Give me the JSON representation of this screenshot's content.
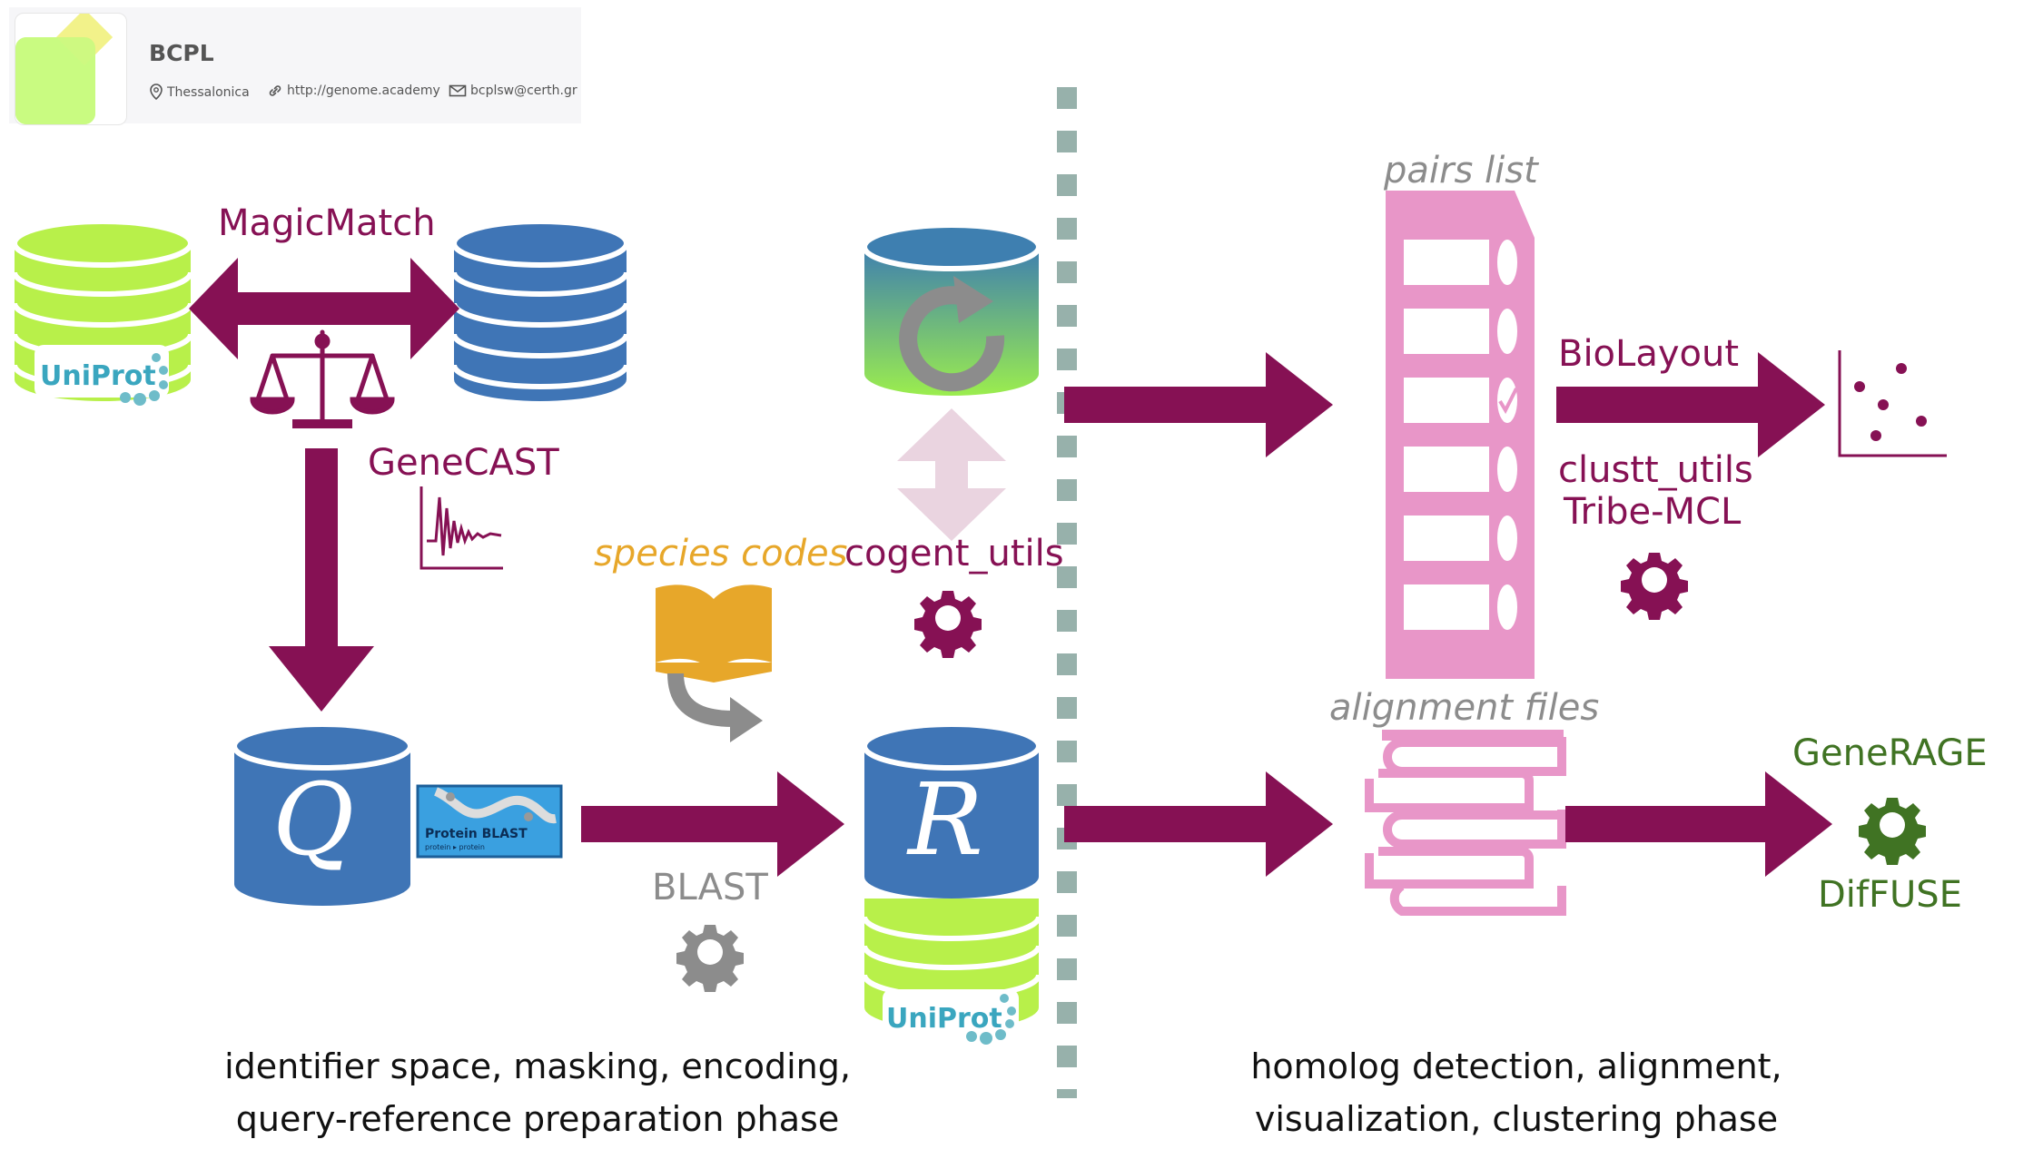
{
  "header": {
    "org_name": "BCPL",
    "location": "Thessalonica",
    "website": "http://genome.academy",
    "email": "bcplsw@certh.gr"
  },
  "labels": {
    "magicmatch": "MagicMatch",
    "genecast": "GeneCAST",
    "species_codes": "species codes",
    "cogent_utils": "cogent_utils",
    "blast": "BLAST",
    "pairs_list": "pairs list",
    "alignment_files": "alignment files",
    "biolayout": "BioLayout",
    "clustt_utils": "clustt_utils",
    "tribe_mcl": "Tribe-MCL",
    "generage": "GeneRAGE",
    "diffuse": "DifFUSE",
    "uniprot_top": "UniProt",
    "uniprot_bottom": "UniProt",
    "protein_blast": "Protein BLAST",
    "protein_blast_sub": "protein ▸ protein",
    "query_db": "Q",
    "reference_db": "R"
  },
  "captions": {
    "left_line1": "identifier space, masking, encoding,",
    "left_line2": "query-reference preparation phase",
    "right_line1": "homolog detection, alignment,",
    "right_line2": "visualization, clustering phase"
  },
  "colors": {
    "maroon": "#861154",
    "db_blue": "#3f75b6",
    "lime": "#b8f04a",
    "pink": "#e896c8",
    "gold": "#e7a72a",
    "grey": "#8c8c8c",
    "green": "#407323",
    "divider": "#97b1ab"
  }
}
